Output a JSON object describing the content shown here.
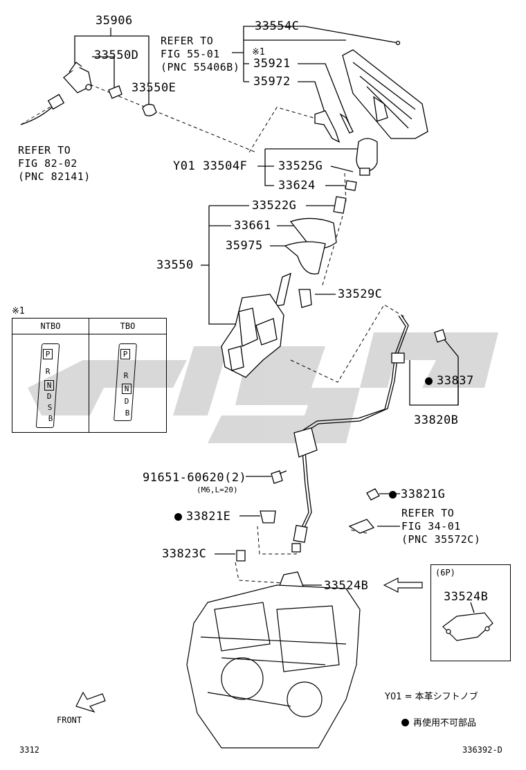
{
  "labels": {
    "p35906": "35906",
    "p33550D": "33550D",
    "p33550E": "33550E",
    "p33554C": "33554C",
    "p35921": "35921",
    "p35972": "35972",
    "p33504F": "Y01 33504F",
    "p33525G": "33525G",
    "p33624": "33624",
    "p33522G": "33522G",
    "p33661": "33661",
    "p35975": "35975",
    "p33550": "33550",
    "p33529C": "33529C",
    "p33837": "33837",
    "p33820B": "33820B",
    "p91651": "91651-60620(2)",
    "p91651_note": "(M6,L=20)",
    "p33821G": "33821G",
    "p33821E": "33821E",
    "p33823C": "33823C",
    "p33524B": "33524B",
    "p33524B_6p": "33524B"
  },
  "refs": {
    "fig55": "REFER TO\nFIG 55-01\n(PNC 55406B)",
    "fig55_mark": "※1",
    "fig82": "REFER TO\nFIG 82-02\n(PNC 82141)",
    "fig34": "REFER TO\nFIG 34-01\n(PNC 35572C)"
  },
  "inset": {
    "mark": "※1",
    "col1": "NTBO",
    "col2": "TBO",
    "ntbo_positions": [
      "P",
      "R",
      "N",
      "D",
      "S",
      "B"
    ],
    "tbo_positions": [
      "P",
      "R",
      "N",
      "D",
      "B"
    ]
  },
  "sixp": {
    "title": "(6P)"
  },
  "legend": {
    "y01": "Y01 = 本革シフトノブ",
    "nonreusable": "再使用不可部品"
  },
  "front_label": "FRONT",
  "footer": {
    "left": "3312",
    "right": "336392-D"
  },
  "colors": {
    "ink": "#000000",
    "watermark": "#cfcfcf"
  }
}
